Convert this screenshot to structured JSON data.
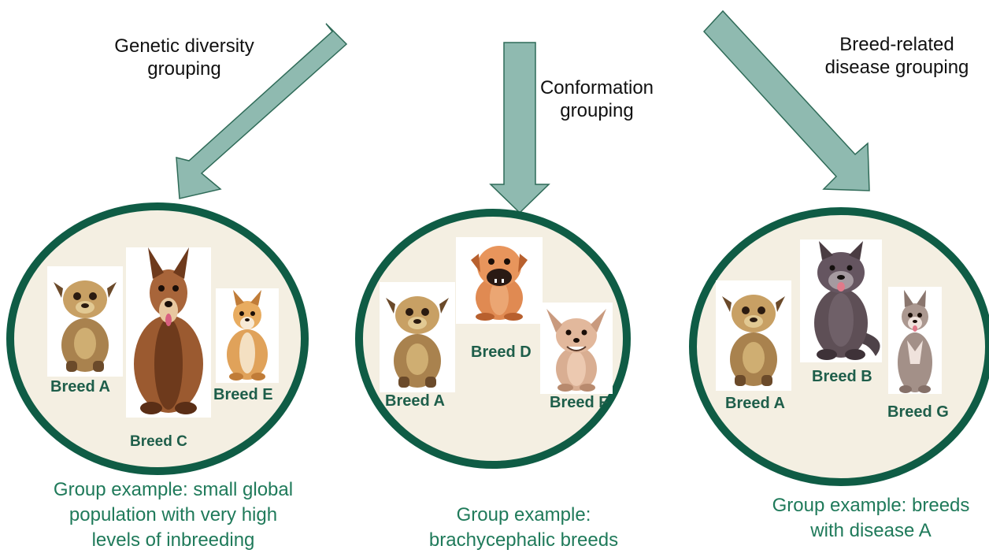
{
  "colors": {
    "arrow_fill": "#8fbab0",
    "arrow_stroke": "#2f6b58",
    "circle_stroke": "#0f5c45",
    "circle_fill": "#f4efe2",
    "breed_label": "#1e5e4a",
    "caption": "#1f7a5a"
  },
  "groupings": [
    {
      "arrow_label": "Genetic diversity\ngrouping",
      "caption": "Group example: small global\npopulation with very high\nlevels of inbreeding",
      "breeds": [
        {
          "label": "Breed A",
          "icon": "pug-dog-icon"
        },
        {
          "label": "Breed C",
          "icon": "brown-large-dog-icon"
        },
        {
          "label": "Breed E",
          "icon": "orange-small-dog-icon"
        }
      ]
    },
    {
      "arrow_label": "Conformation\ngrouping",
      "caption": "Group example:\nbrachycephalic breeds",
      "breeds": [
        {
          "label": "Breed A",
          "icon": "pug-dog-icon"
        },
        {
          "label": "Breed D",
          "icon": "boxer-dog-icon"
        },
        {
          "label": "Breed F",
          "icon": "bulldog-icon"
        }
      ]
    },
    {
      "arrow_label": "Breed-related\ndisease grouping",
      "caption": "Group example: breeds\nwith disease A",
      "breeds": [
        {
          "label": "Breed A",
          "icon": "pug-dog-icon"
        },
        {
          "label": "Breed B",
          "icon": "dark-fluffy-dog-icon"
        },
        {
          "label": "Breed G",
          "icon": "grey-dog-icon"
        }
      ]
    }
  ]
}
